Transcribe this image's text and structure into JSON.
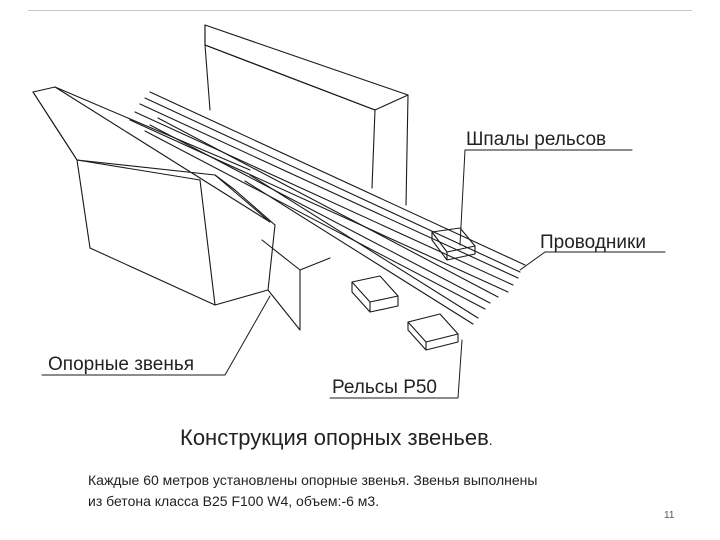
{
  "diagram": {
    "labels": {
      "sleepers": "Шпалы рельсов",
      "conductors": "Проводники",
      "supports": "Опорные звенья",
      "rails": "Рельсы Р50"
    }
  },
  "slide": {
    "title": "Конструкция опорных звеньев",
    "title_end": ".",
    "caption_line1": "Каждые 60 метров установлены опорные звенья. Звенья выполнены",
    "caption_line2": "из бетона класса В25 F100 W4, объем:-6 м3.",
    "page_number": "11"
  }
}
